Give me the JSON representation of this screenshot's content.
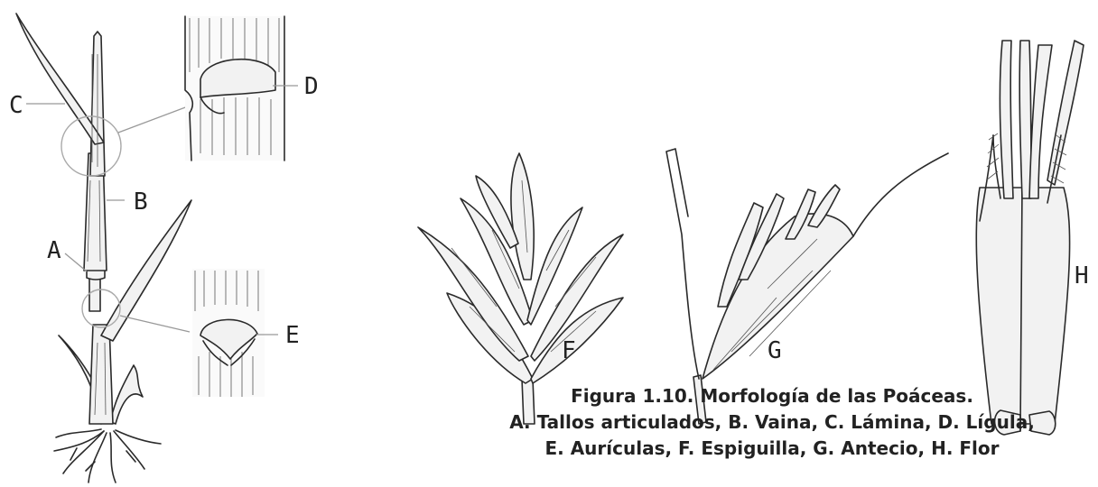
{
  "labels": {
    "A": "A",
    "B": "B",
    "C": "C",
    "D": "D",
    "E": "E",
    "F": "F",
    "G": "G",
    "H": "H"
  },
  "caption": {
    "line1": "Figura 1.10. Morfología de las Poáceas.",
    "line2": "A. Tallos articulados, B. Vaina, C. Lámina, D. Lígula,",
    "line3": "E. Aurículas, F. Espiguilla, G. Antecio, H. Flor"
  }
}
